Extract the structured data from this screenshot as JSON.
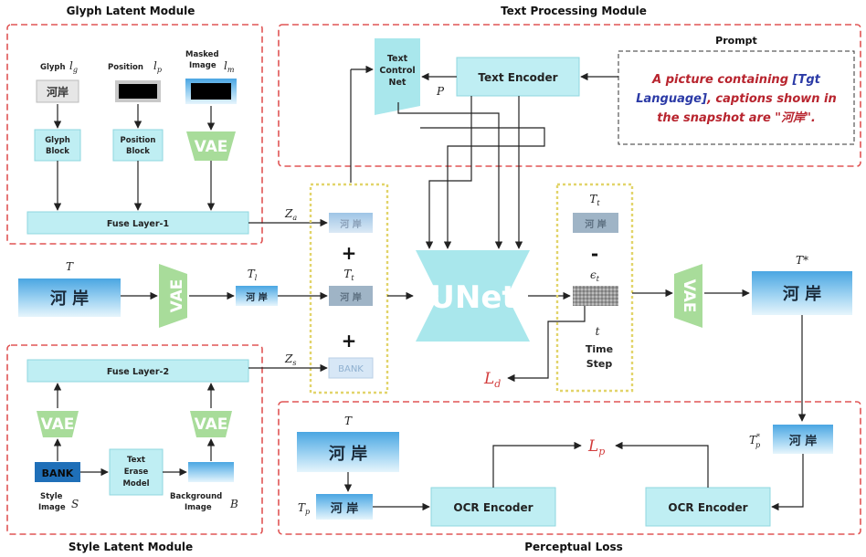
{
  "modules": {
    "glyph_latent": "Glyph Latent Module",
    "text_processing": "Text Processing Module",
    "style_latent": "Style Latent Module",
    "perceptual_loss": "Perceptual Loss",
    "prompt": "Prompt"
  },
  "glyph": {
    "glyph_label": "Glyph",
    "glyph_sym": "l",
    "glyph_sub": "g",
    "position_label": "Position",
    "position_sym": "l",
    "position_sub": "p",
    "masked_label_1": "Masked",
    "masked_label_2": "Image",
    "masked_sym": "l",
    "masked_sub": "m",
    "glyph_text": "河岸",
    "glyph_block_1": "Glyph",
    "glyph_block_2": "Block",
    "position_block_1": "Position",
    "position_block_2": "Block",
    "vae": "VAE",
    "fuse1": "Fuse Layer-1"
  },
  "text_proc": {
    "tcn_1": "Text",
    "tcn_2": "Control",
    "tcn_3": "Net",
    "p_sym": "P",
    "encoder": "Text Encoder",
    "prompt_l1_a": "A picture containing ",
    "prompt_l1_b": "[Tgt",
    "prompt_l2_a": "Language]",
    "prompt_l2_b": ", captions shown in",
    "prompt_l3": "the snapshot are \"河岸\"."
  },
  "main": {
    "T": "T",
    "vae": "VAE",
    "Tl": "T",
    "Tl_sub": "l",
    "Tt": "T",
    "Tt_sub": "t",
    "Za": "Z",
    "Za_sub": "a",
    "Zs": "Z",
    "Zs_sub": "s",
    "plus": "+",
    "bank": "BANK",
    "unet": "UNet",
    "minus": "-",
    "eps": "ϵ",
    "eps_sub": "t",
    "t_sym": "t",
    "time_1": "Time",
    "time_2": "Step",
    "Ld": "L",
    "Ld_sub": "d",
    "Tstar": "T*",
    "glyph_text": "河 岸"
  },
  "style": {
    "fuse2": "Fuse Layer-2",
    "vae": "VAE",
    "bank": "BANK",
    "erase_1": "Text",
    "erase_2": "Erase",
    "erase_3": "Model",
    "style_label_1": "Style",
    "style_label_2": "Image",
    "S": "S",
    "bg_label_1": "Background",
    "bg_label_2": "Image",
    "B": "B"
  },
  "perceptual": {
    "T": "T",
    "Tp": "T",
    "Tp_sub": "p",
    "Tps": "T",
    "Tps_sub": "p",
    "Tps_sup": "*",
    "Lp": "L",
    "Lp_sub": "p",
    "ocr_left": "OCR Encoder",
    "ocr_right": "OCR Encoder",
    "glyph_text": "河 岸"
  },
  "colors": {
    "module_border": "#e05555",
    "block_fill": "#bfeef3",
    "block_stroke": "#8fd7df",
    "vae_fill": "#a8dc9a",
    "unet_fill": "#a9e7ec",
    "dotted_box": "#e2d46a",
    "prompt_red": "#b8242e",
    "prompt_blue": "#2b3aa6"
  }
}
